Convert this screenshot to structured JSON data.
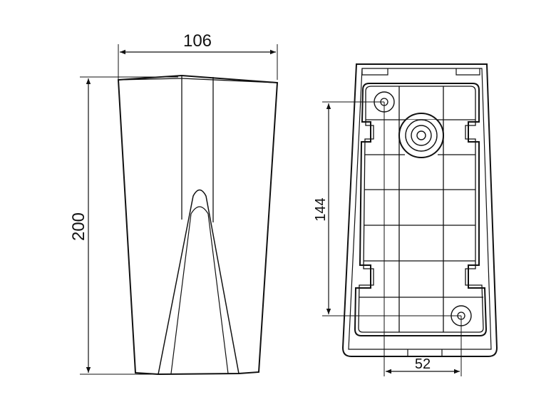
{
  "drawing": {
    "side_view": {
      "width_label": "106",
      "height_label": "200"
    },
    "back_view": {
      "hole_spacing_vertical_label": "144",
      "hole_spacing_horizontal_label": "52"
    },
    "line_color": "#111111",
    "background": "#ffffff"
  }
}
